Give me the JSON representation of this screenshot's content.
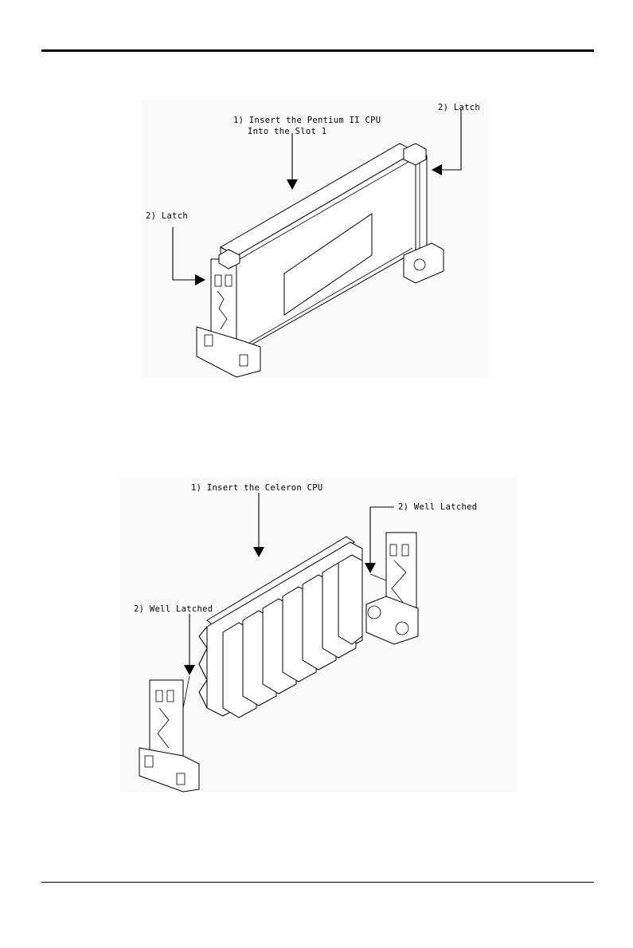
{
  "figure1": {
    "insert_label_line1": "1) Insert the Pentium II CPU",
    "insert_label_line2": "Into the Slot 1",
    "latch_right_label": "2) Latch",
    "latch_left_label": "2) Latch"
  },
  "figure2": {
    "insert_label": "1) Insert the Celeron CPU",
    "latched_right_label": "2) Well Latched",
    "latched_left_label": "2) Well Latched"
  }
}
